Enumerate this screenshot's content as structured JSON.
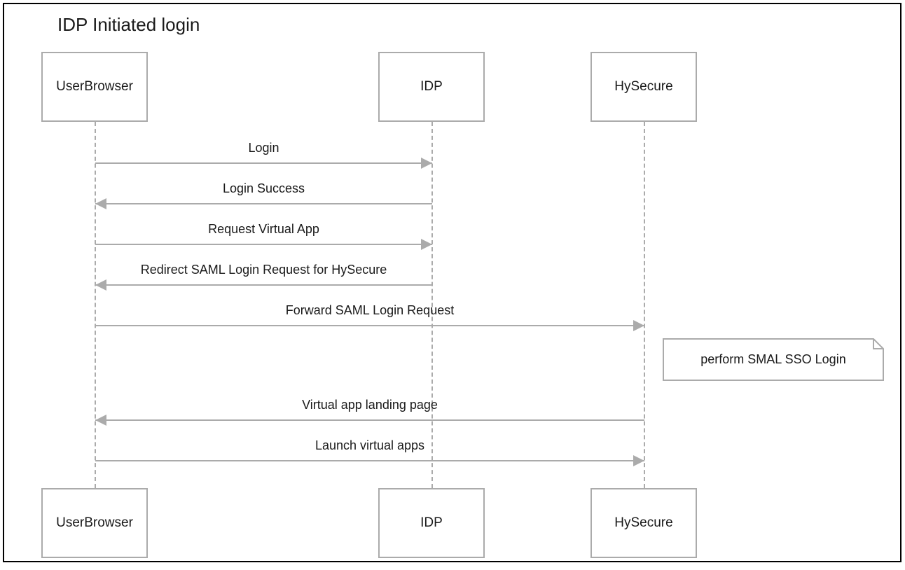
{
  "diagram": {
    "type": "sequence",
    "title": "IDP Initiated login",
    "colors": {
      "frame_border": "#000000",
      "box_border": "#ababab",
      "lifeline": "#ababab",
      "arrow": "#ababab",
      "text": "#1a1a1a",
      "background": "#ffffff"
    },
    "participants": [
      {
        "id": "userbrowser",
        "label": "UserBrowser"
      },
      {
        "id": "idp",
        "label": "IDP"
      },
      {
        "id": "hysecure",
        "label": "HySecure"
      }
    ],
    "participants_bottom": [
      {
        "id": "userbrowser",
        "label": "UserBrowser"
      },
      {
        "id": "idp",
        "label": "IDP"
      },
      {
        "id": "hysecure",
        "label": "HySecure"
      }
    ],
    "messages": [
      {
        "index": 1,
        "label": "Login",
        "from": "userbrowser",
        "to": "idp",
        "direction": "right"
      },
      {
        "index": 2,
        "label": "Login Success",
        "from": "idp",
        "to": "userbrowser",
        "direction": "left"
      },
      {
        "index": 3,
        "label": "Request Virtual App",
        "from": "userbrowser",
        "to": "idp",
        "direction": "right"
      },
      {
        "index": 4,
        "label": "Redirect SAML Login Request for HySecure",
        "from": "idp",
        "to": "userbrowser",
        "direction": "left"
      },
      {
        "index": 5,
        "label": "Forward SAML Login Request",
        "from": "userbrowser",
        "to": "hysecure",
        "direction": "right"
      },
      {
        "index": 6,
        "label": "Virtual app landing page",
        "from": "hysecure",
        "to": "userbrowser",
        "direction": "left"
      },
      {
        "index": 7,
        "label": "Launch virtual apps",
        "from": "hysecure",
        "to": "userbrowser",
        "direction": "right"
      }
    ],
    "notes": [
      {
        "id": "sso-note",
        "text": "perform SMAL SSO Login",
        "attached_to": "hysecure"
      }
    ]
  }
}
